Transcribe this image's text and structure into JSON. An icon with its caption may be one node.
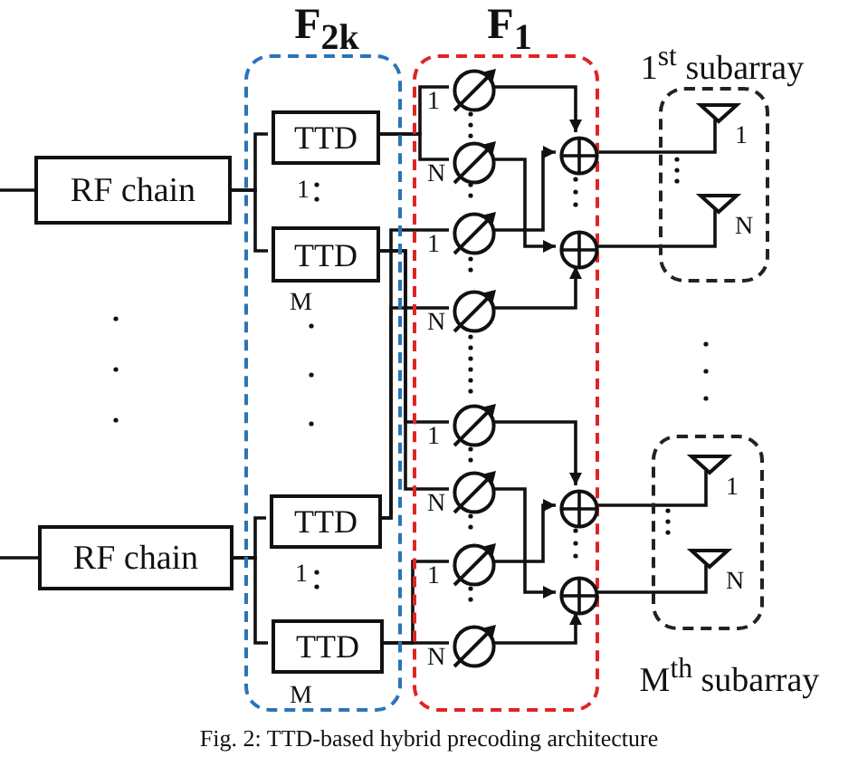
{
  "diagram": {
    "caption": "Fig. 2: TTD-based hybrid precoding architecture",
    "nodes": [
      {
        "text": [
          "F$_{2k}$"
        ]
      },
      {
        "text": [
          "F$_{1}$"
        ]
      },
      {
        "text": [
          "1$^{st}$ subarray"
        ]
      },
      {
        "text": [
          "M$^{th}$ subarray"
        ]
      },
      {
        "text": [
          "RF chain"
        ]
      },
      {
        "text": [
          "RF chain"
        ]
      },
      {
        "text": [
          "TTD"
        ],
        "in": 0,
        "beside": [
          "1"
        ]
      },
      {
        "text": [
          "TTD"
        ],
        "in": 0,
        "beside": [
          "M"
        ]
      },
      {
        "text": [
          "TTD"
        ],
        "in": 0,
        "beside": [
          "1"
        ]
      },
      {
        "text": [
          "TTD"
        ],
        "in": 0,
        "beside": [
          "M"
        ]
      },
      {
        "text": [],
        "shape": "circle",
        "in": 1,
        "beside": [
          "1"
        ]
      },
      {
        "text": [],
        "shape": "circle",
        "in": 1,
        "beside": [
          "N"
        ]
      },
      {
        "text": [],
        "shape": "circle",
        "in": 1,
        "beside": [
          "1"
        ]
      },
      {
        "text": [],
        "shape": "circle",
        "in": 1,
        "beside": [
          "N"
        ]
      },
      {
        "text": [],
        "shape": "circle",
        "in": 1,
        "beside": [
          "1"
        ]
      },
      {
        "text": [],
        "shape": "circle",
        "in": 1,
        "beside": [
          "N"
        ]
      },
      {
        "text": [],
        "shape": "circle",
        "in": 1,
        "beside": [
          "1"
        ]
      },
      {
        "text": [],
        "shape": "circle",
        "in": 1,
        "beside": [
          "N"
        ]
      },
      {
        "text": [],
        "shape": "circle",
        "in": 1
      },
      {
        "text": [],
        "shape": "circle",
        "in": 1
      },
      {
        "text": [],
        "shape": "circle",
        "in": 1
      },
      {
        "text": [],
        "shape": "circle",
        "in": 1
      },
      {
        "text": [],
        "shape": "antenna",
        "in": 2,
        "beside": [
          "1"
        ]
      },
      {
        "text": [],
        "shape": "antenna",
        "in": 2,
        "beside": [
          "N"
        ]
      },
      {
        "text": [],
        "shape": "antenna",
        "in": 3,
        "beside": [
          "1"
        ]
      },
      {
        "text": [],
        "shape": "antenna",
        "in": 3,
        "beside": [
          "N"
        ]
      }
    ],
    "edges": [
      {
        "from": null,
        "to": 4,
        "arrow": "none"
      },
      {
        "from": null,
        "to": 5,
        "arrow": "none"
      },
      {
        "from": 4,
        "to": 6,
        "arrow": "none"
      },
      {
        "from": 4,
        "to": 7,
        "arrow": "none"
      },
      {
        "from": 5,
        "to": 8,
        "arrow": "none"
      },
      {
        "from": 5,
        "to": 9,
        "arrow": "none"
      },
      {
        "from": 6,
        "to": 10,
        "arrow": "none"
      },
      {
        "from": 6,
        "to": 11,
        "arrow": "none"
      },
      {
        "from": 8,
        "to": 12,
        "arrow": "none"
      },
      {
        "from": 8,
        "to": 13,
        "arrow": "none"
      },
      {
        "from": 7,
        "to": 14,
        "arrow": "none"
      },
      {
        "from": 7,
        "to": 15,
        "arrow": "none"
      },
      {
        "from": 9,
        "to": 16,
        "arrow": "none"
      },
      {
        "from": 9,
        "to": 17,
        "arrow": "none"
      },
      {
        "from": 10,
        "to": 18,
        "arrow": "to"
      },
      {
        "from": 12,
        "to": 18,
        "arrow": "to"
      },
      {
        "from": 11,
        "to": 19,
        "arrow": "to"
      },
      {
        "from": 13,
        "to": 19,
        "arrow": "to"
      },
      {
        "from": 14,
        "to": 20,
        "arrow": "to"
      },
      {
        "from": 16,
        "to": 20,
        "arrow": "to"
      },
      {
        "from": 15,
        "to": 21,
        "arrow": "to"
      },
      {
        "from": 17,
        "to": 21,
        "arrow": "to"
      },
      {
        "from": 18,
        "to": 22,
        "arrow": "none"
      },
      {
        "from": 19,
        "to": 23,
        "arrow": "none"
      },
      {
        "from": 20,
        "to": 24,
        "arrow": "none"
      },
      {
        "from": 21,
        "to": 25,
        "arrow": "none"
      }
    ]
  }
}
